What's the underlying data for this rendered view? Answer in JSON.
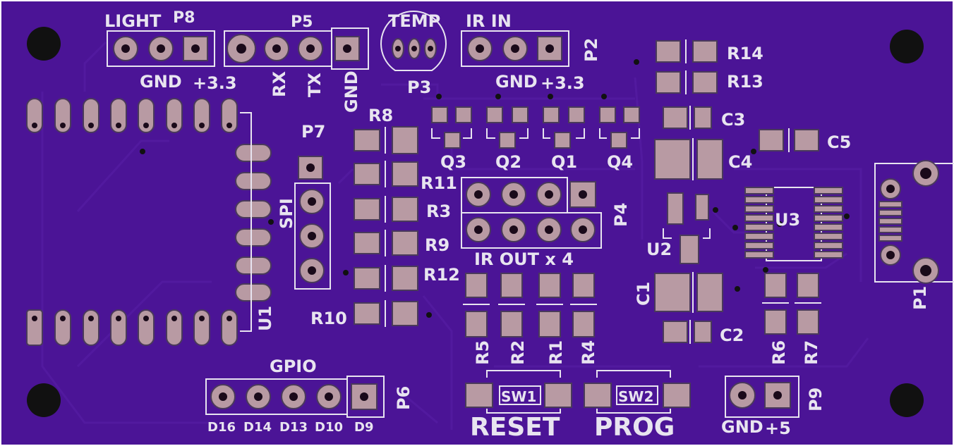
{
  "board": {
    "colors": {
      "substrate": "#4b1496",
      "edge": "#ffffff",
      "silkscreen": "#e8e4f0",
      "pad": "#b89aa3",
      "hole": "#111111"
    }
  },
  "labels": {
    "light": "LIGHT",
    "p8": "P8",
    "p5": "P5",
    "temp": "TEMP",
    "ir_in": "IR IN",
    "p2": "P2",
    "p3": "P3",
    "gnd_p8": "GND",
    "v33_p8": "+3.3",
    "rx": "RX",
    "tx": "TX",
    "gnd_p5": "GND",
    "gnd_p2": "GND",
    "v33_p2": "+3.3",
    "r14": "R14",
    "r13": "R13",
    "c3": "C3",
    "c5": "C5",
    "c4": "C4",
    "r8": "R8",
    "p7": "P7",
    "q3": "Q3",
    "q2": "Q2",
    "q1": "Q1",
    "q4": "Q4",
    "r11": "R11",
    "r3": "R3",
    "r9": "R9",
    "r12": "R12",
    "r10": "R10",
    "spi": "SPI",
    "u1": "U1",
    "p4": "P4",
    "ir_out": "IR OUT x 4",
    "u2": "U2",
    "u3": "U3",
    "p1": "P1",
    "c1": "C1",
    "c2": "C2",
    "r5": "R5",
    "r2": "R2",
    "r1": "R1",
    "r4": "R4",
    "r6": "R6",
    "r7": "R7",
    "gpio": "GPIO",
    "p6": "P6",
    "d16": "D16",
    "d14": "D14",
    "d13": "D13",
    "d10": "D10",
    "d9": "D9",
    "sw1": "SW1",
    "sw2": "SW2",
    "reset": "RESET",
    "prog": "PROG",
    "p9": "P9",
    "gnd_p9": "GND",
    "v5_p9": "+5"
  }
}
